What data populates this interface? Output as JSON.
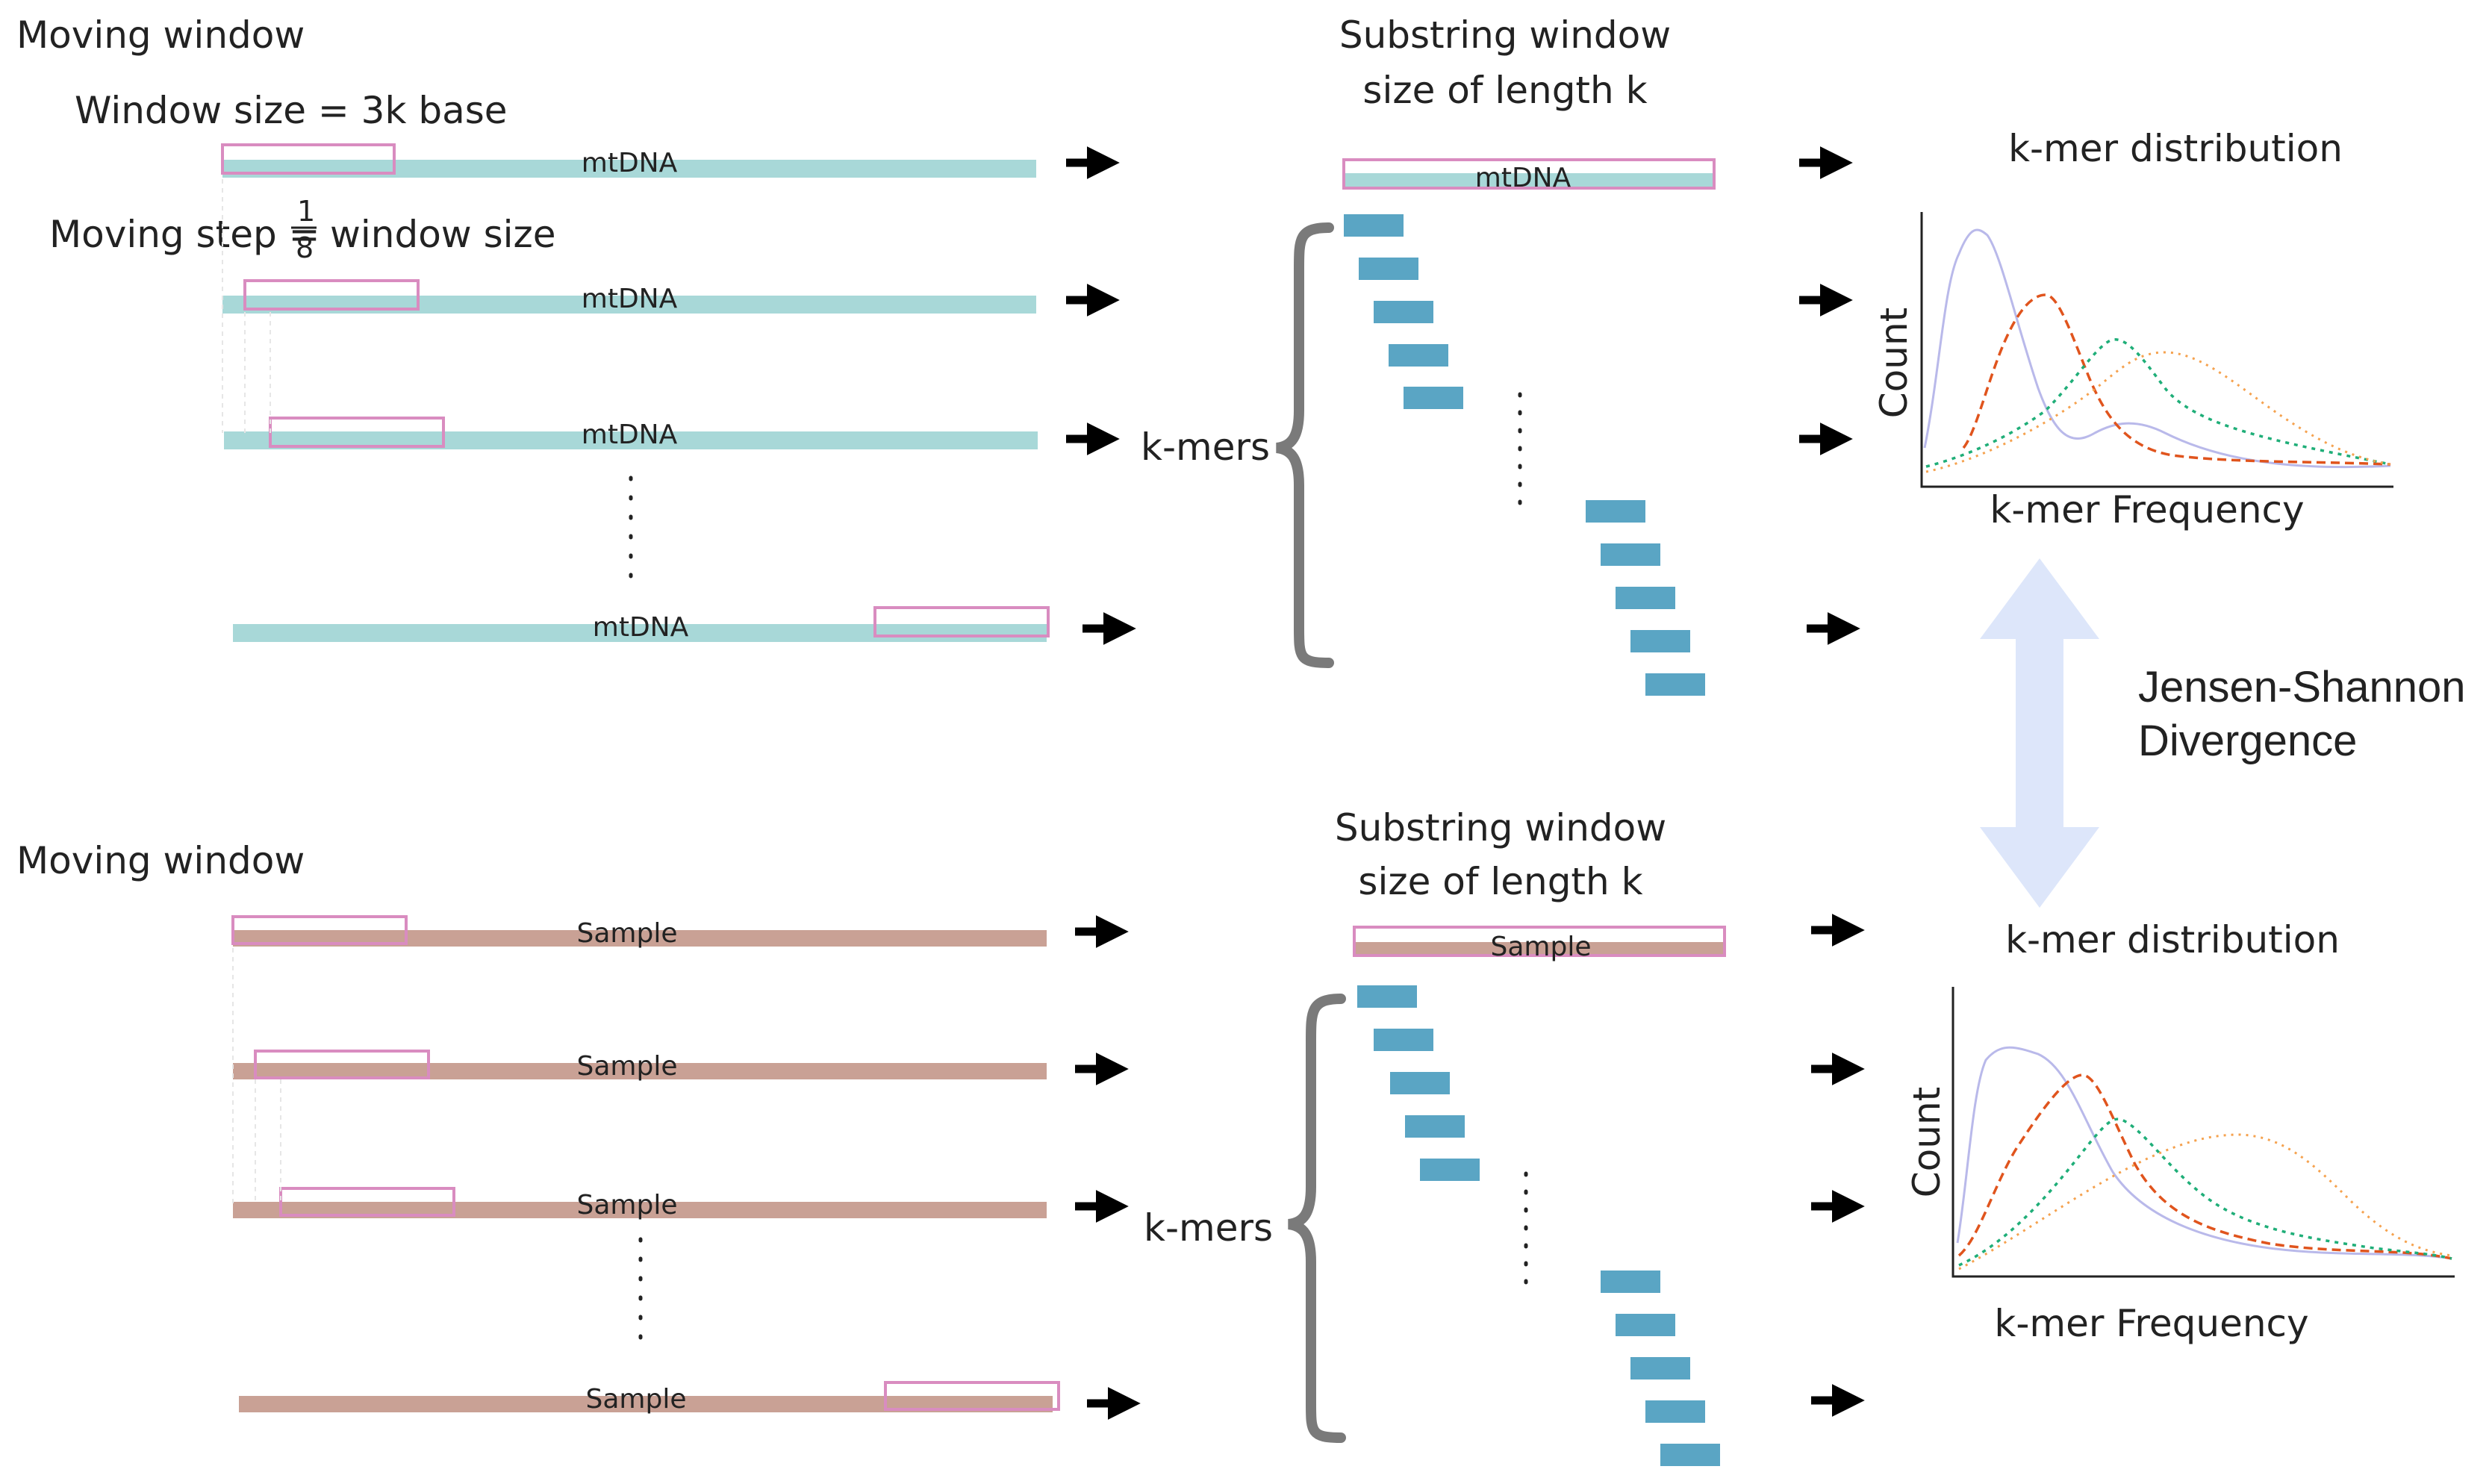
{
  "top": {
    "section_title": "Moving window",
    "window_size_label": "Window size = 3k base",
    "moving_step_prefix": "Moving step =",
    "moving_step_num": "1",
    "moving_step_den": "8",
    "moving_step_suffix": "window size",
    "seq_label": "mtDNA",
    "substring_title_line1": "Substring window",
    "substring_title_line2": "size of length k",
    "kmers_label": "k-mers",
    "dist_title": "k-mer distribution",
    "ylabel": "Count",
    "xlabel": "k-mer Frequency"
  },
  "bottom": {
    "section_title": "Moving window",
    "seq_label": "Sample",
    "substring_title_line1": "Substring window",
    "substring_title_line2": "size of length k",
    "kmers_label": "k-mers",
    "dist_title": "k-mer distribution",
    "ylabel": "Count",
    "xlabel": "k-mer Frequency"
  },
  "comparison_label_line1": "Jensen-Shannon",
  "comparison_label_line2": "Divergence",
  "colors": {
    "mtdna_bar": "#a8d8d8",
    "sample_bar": "#c9a195",
    "window_outline": "#d98cc0",
    "kmer_block": "#5aa5c4",
    "arrow": "#000000",
    "jsd_arrow": "#dde6fa",
    "curve_lavender": "#b9b9ea",
    "curve_red": "#e0541d",
    "curve_green": "#1fae78",
    "curve_orange": "#f5a24f"
  }
}
